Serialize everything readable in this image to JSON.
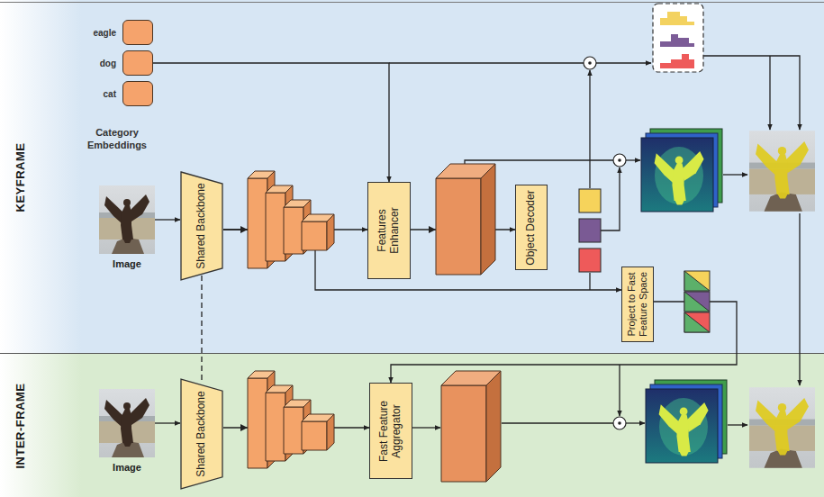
{
  "diagram": {
    "nodes": [
      {
        "text": [
          "KEYFRAME"
        ]
      },
      {
        "text": [
          "eagle"
        ],
        "in": 0
      },
      {
        "text": [
          "dog"
        ],
        "in": 0
      },
      {
        "text": [
          "cat"
        ],
        "in": 0
      },
      {
        "text": [
          "Image"
        ],
        "in": 0
      },
      {
        "text": [
          "Shared Backbone"
        ],
        "in": 0
      },
      {
        "text": [
          "Features Enhancer"
        ],
        "in": 0
      },
      {
        "text": [
          "Object Decoder"
        ],
        "in": 0
      },
      {
        "text": [
          "Project to Fast Feature Space"
        ],
        "in": 0
      },
      {
        "text": [
          "INTER-FRAME"
        ]
      },
      {
        "text": [
          "Image"
        ],
        "in": 9
      },
      {
        "text": [
          "Shared Backbone"
        ],
        "in": 9
      },
      {
        "text": [
          "Fast Feature Aggregator"
        ],
        "in": 9
      }
    ],
    "edges": [
      {
        "from": 2,
        "to": 6,
        "arrow": "to"
      },
      {
        "from": 4,
        "to": 5,
        "arrow": "to"
      },
      {
        "from": 5,
        "to": 6,
        "arrow": "to"
      },
      {
        "from": 6,
        "to": 7,
        "arrow": "to"
      },
      {
        "from": 5,
        "to": 8,
        "arrow": "to"
      },
      {
        "from": 10,
        "to": 11,
        "arrow": "to"
      },
      {
        "from": 11,
        "to": 12,
        "arrow": "to"
      },
      {
        "from": 8,
        "to": 12,
        "arrow": "to"
      },
      {
        "from": 5,
        "to": 11,
        "arrow": "none"
      }
    ],
    "labels": [
      "Category Embeddings"
    ]
  }
}
